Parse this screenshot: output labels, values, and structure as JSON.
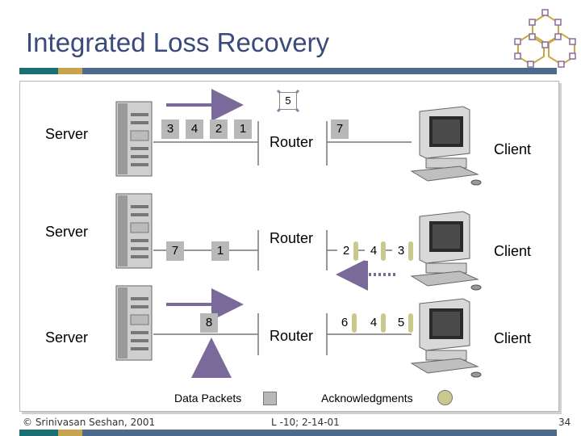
{
  "slide": {
    "title": "Integrated Loss Recovery",
    "footer_left": "© Srinivasan Seshan, 2001",
    "footer_center": "L -10; 2-14-01",
    "page_number": "34"
  },
  "rows": [
    {
      "server_label": "Server",
      "router_label": "Router",
      "client_label": "Client",
      "server_packets": [
        "3",
        "4",
        "2",
        "1"
      ],
      "dropped_packet": "5",
      "client_packets": [
        "7"
      ]
    },
    {
      "server_label": "Server",
      "router_label": "Router",
      "client_label": "Client",
      "server_packets": [
        "7",
        "1"
      ],
      "client_packets": [
        "2",
        "4",
        "3"
      ]
    },
    {
      "server_label": "Server",
      "router_label": "Router",
      "client_label": "Client",
      "server_packets": [
        "8"
      ],
      "client_packets": [
        "6",
        "4",
        "5"
      ]
    }
  ],
  "legend": {
    "data_label": "Data Packets",
    "ack_label": "Acknowledgments"
  },
  "colors": {
    "title": "#3a4a7a",
    "bar_teal": "#1a6f72",
    "bar_gold": "#c8a450",
    "bar_slate": "#4d6a8a",
    "arrow": "#7a6a9a",
    "packet_fill": "#b8b8b8",
    "ack_fill": "#c9c98e"
  }
}
